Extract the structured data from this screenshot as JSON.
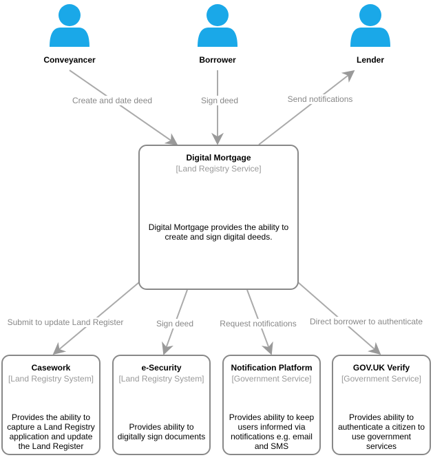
{
  "actors": [
    {
      "id": "conveyancer",
      "name": "Conveyancer"
    },
    {
      "id": "borrower",
      "name": "Borrower"
    },
    {
      "id": "lender",
      "name": "Lender"
    }
  ],
  "main_system": {
    "title": "Digital Mortgage",
    "tag": "[Land Registry Service]",
    "description": "Digital Mortgage provides the ability to create and sign digital deeds."
  },
  "systems": [
    {
      "id": "casework",
      "title": "Casework",
      "tag": "[Land Registry System]",
      "description": "Provides the ability to capture a Land Registry application and update the Land Register"
    },
    {
      "id": "esecurity",
      "title": "e-Security",
      "tag": "[Land Registry System]",
      "description": "Provides ability to digitally sign documents"
    },
    {
      "id": "notification",
      "title": "Notification Platform",
      "tag": "[Government Service]",
      "description": "Provides ability to keep users informed via notifications e.g. email and SMS"
    },
    {
      "id": "verify",
      "title": "GOV.UK Verify",
      "tag": "[Government Service]",
      "description": "Provides ability to authenticate a citizen to use government services"
    }
  ],
  "relations": [
    {
      "id": "r1",
      "label": "Create and date deed"
    },
    {
      "id": "r2",
      "label": "Sign deed"
    },
    {
      "id": "r3",
      "label": "Send notifications"
    },
    {
      "id": "r4",
      "label": "Submit to update Land Register"
    },
    {
      "id": "r5",
      "label": "Sign deed"
    },
    {
      "id": "r6",
      "label": "Request notifications"
    },
    {
      "id": "r7",
      "label": "Direct borrower to authenticate"
    }
  ],
  "colors": {
    "actor": "#1AA8E8",
    "line": "#AAAAAA",
    "border": "#888888",
    "muted": "#888888"
  }
}
